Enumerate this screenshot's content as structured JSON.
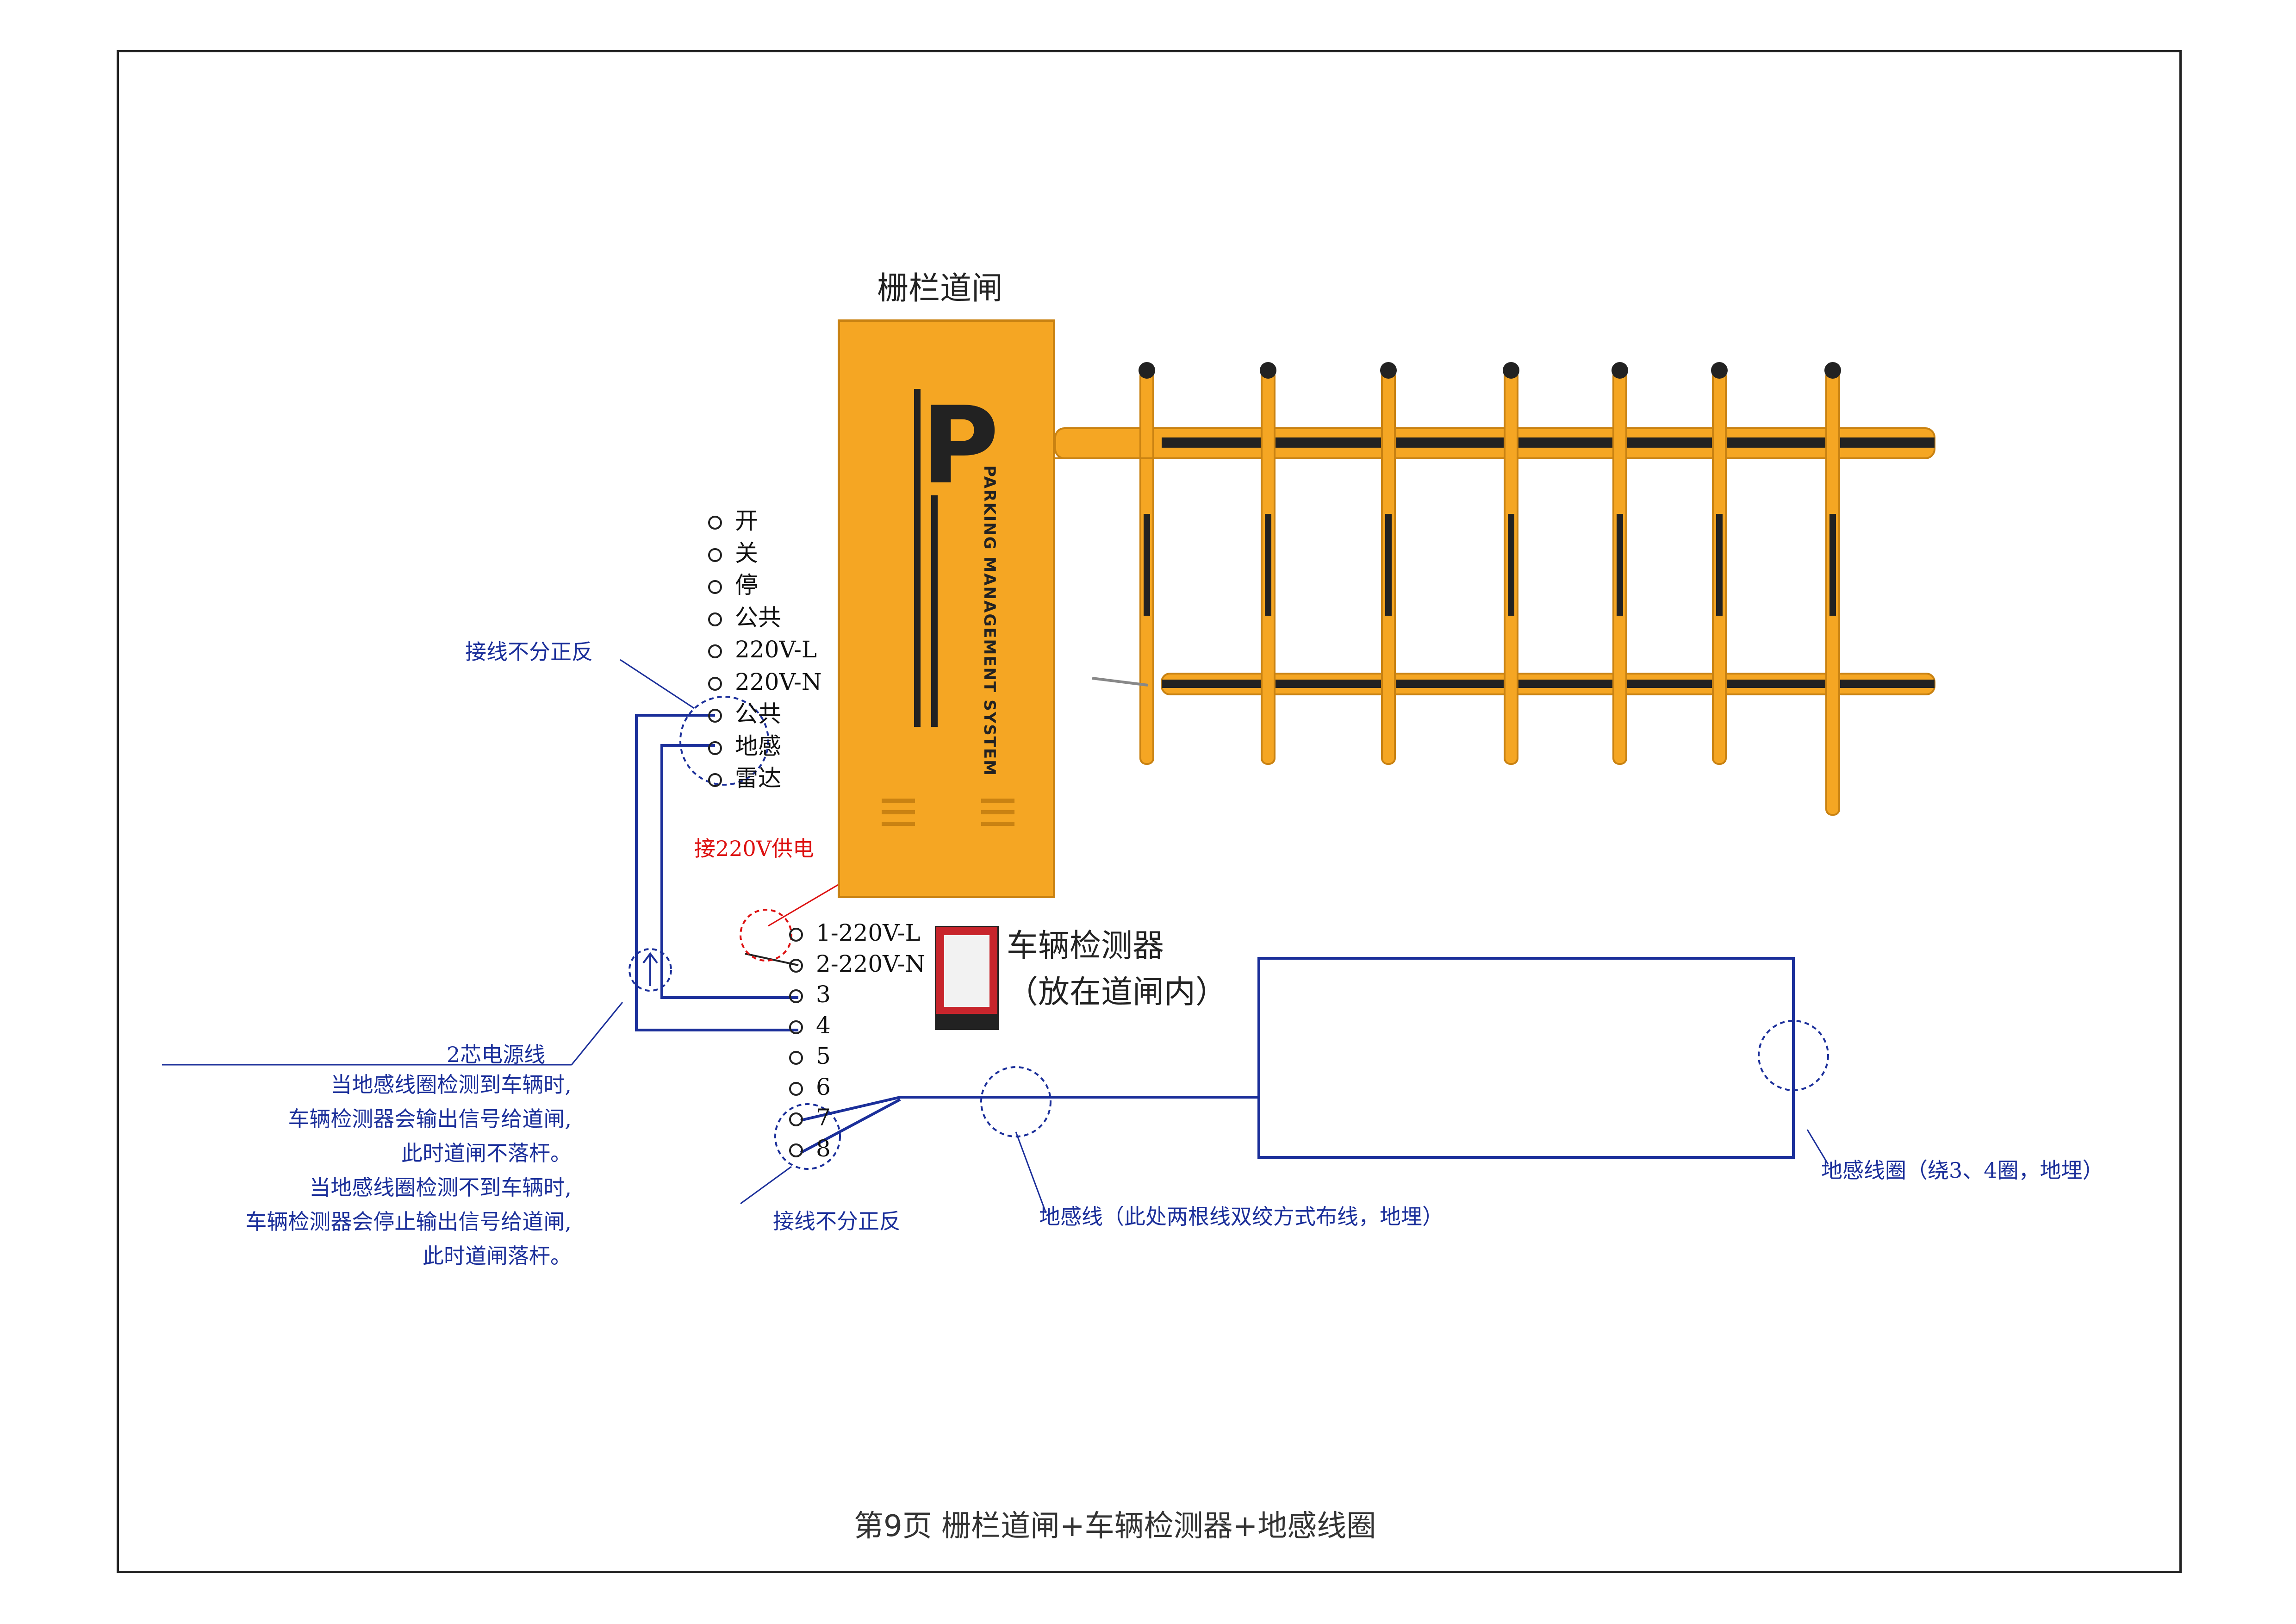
{
  "gate": {
    "title": "栅栏道闸",
    "logo_letter": "P",
    "logo_text": "PARKING MANAGEMENT SYSTEM",
    "terminals": [
      "开",
      "关",
      "停",
      "公共",
      "220V-L",
      "220V-N",
      "公共",
      "地感",
      "雷达"
    ]
  },
  "detector": {
    "title": "车辆检测器",
    "subtitle": "（放在道闸内）",
    "terminals": [
      "1-220V-L",
      "2-220V-N",
      "3",
      "4",
      "5",
      "6",
      "7",
      "8"
    ]
  },
  "labels": {
    "wiring_no_polarity_top": "接线不分正反",
    "power_220v": "接220V供电",
    "two_core_power": "2芯电源线",
    "explanation": [
      "当地感线圈检测到车辆时,",
      "车辆检测器会输出信号给道闸,",
      "此时道闸不落杆。",
      "当地感线圈检测不到车辆时,",
      "车辆检测器会停止输出信号给道闸,",
      "此时道闸落杆。"
    ],
    "wiring_no_polarity_bottom": "接线不分正反",
    "loop_wire": "地感线（此处两根线双绞方式布线，地埋）",
    "loop_coil": "地感线圈（绕3、4圈，地埋）"
  },
  "footer": {
    "caption": "第9页  栅栏道闸+车辆检测器+地感线圈"
  },
  "colors": {
    "gate": "#f5a623",
    "wire": "#1b2f9a",
    "power": "#d11111",
    "detector": "#c8252c"
  }
}
